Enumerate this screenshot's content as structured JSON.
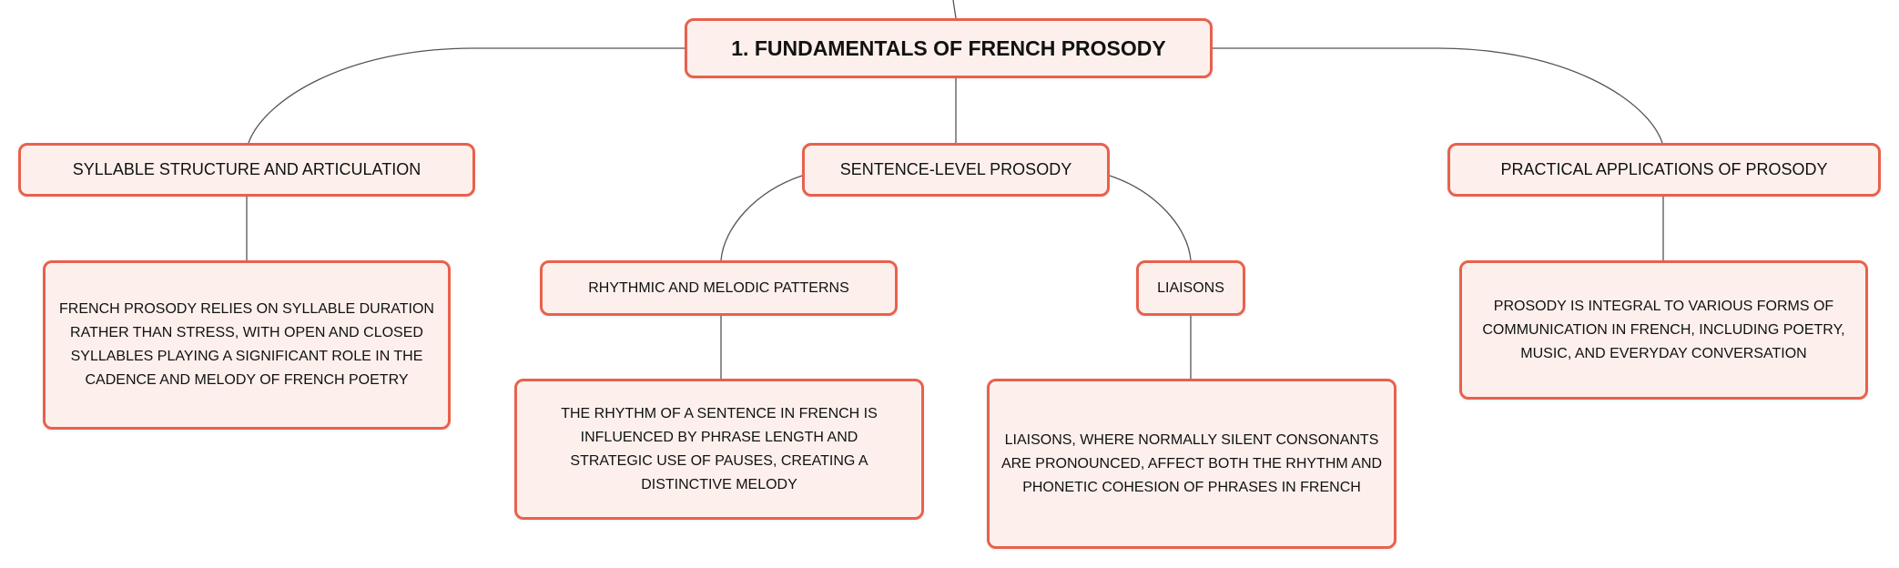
{
  "root": {
    "label": "1. FUNDAMENTALS OF FRENCH PROSODY"
  },
  "topics": {
    "syllable": {
      "label": "SYLLABLE STRUCTURE AND ARTICULATION",
      "detail": "FRENCH PROSODY RELIES ON SYLLABLE DURATION RATHER THAN STRESS, WITH OPEN AND CLOSED SYLLABLES PLAYING A SIGNIFICANT ROLE IN THE CADENCE AND MELODY OF FRENCH POETRY"
    },
    "sentence": {
      "label": "SENTENCE-LEVEL PROSODY",
      "rhythmic": {
        "label": "RHYTHMIC AND MELODIC PATTERNS",
        "detail": "THE RHYTHM OF A SENTENCE IN FRENCH IS INFLUENCED BY PHRASE LENGTH AND STRATEGIC USE OF PAUSES, CREATING A DISTINCTIVE MELODY"
      },
      "liaisons": {
        "label": "LIAISONS",
        "detail": "LIAISONS, WHERE NORMALLY SILENT CONSONANTS ARE PRONOUNCED, AFFECT BOTH THE RHYTHM AND PHONETIC COHESION OF PHRASES IN FRENCH"
      }
    },
    "practical": {
      "label": "PRACTICAL APPLICATIONS OF PROSODY",
      "detail": "PROSODY IS INTEGRAL TO VARIOUS FORMS OF COMMUNICATION IN FRENCH, INCLUDING POETRY, MUSIC, AND EVERYDAY CONVERSATION"
    }
  },
  "colors": {
    "border": "#e8614d",
    "fill": "#fdf0ec",
    "edge": "#555555"
  }
}
